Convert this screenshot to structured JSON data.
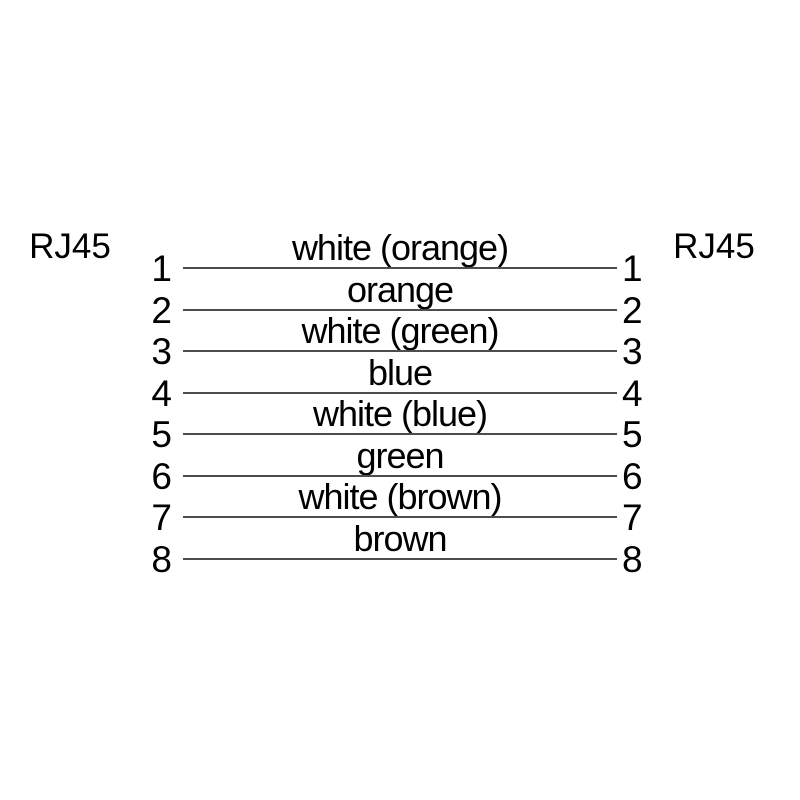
{
  "diagram": {
    "type": "cable-pinout",
    "left_connector": "RJ45",
    "right_connector": "RJ45",
    "wires": [
      {
        "pin_left": "1",
        "color_label": "white (orange)",
        "pin_right": "1"
      },
      {
        "pin_left": "2",
        "color_label": "orange",
        "pin_right": "2"
      },
      {
        "pin_left": "3",
        "color_label": "white (green)",
        "pin_right": "3"
      },
      {
        "pin_left": "4",
        "color_label": "blue",
        "pin_right": "4"
      },
      {
        "pin_left": "5",
        "color_label": "white (blue)",
        "pin_right": "5"
      },
      {
        "pin_left": "6",
        "color_label": "green",
        "pin_right": "6"
      },
      {
        "pin_left": "7",
        "color_label": "white (brown)",
        "pin_right": "7"
      },
      {
        "pin_left": "8",
        "color_label": "brown",
        "pin_right": "8"
      }
    ],
    "colors": {
      "line": "#4d4d4d",
      "text": "#000000",
      "background": "#ffffff"
    }
  }
}
